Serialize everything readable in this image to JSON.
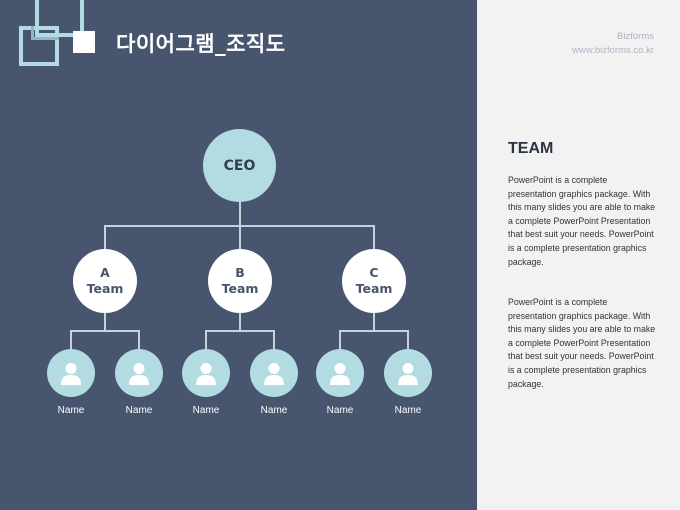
{
  "header": {
    "title": "다이어그램_조직도",
    "brand_name": "Bizforms",
    "brand_url": "www.bizforms.co.kr"
  },
  "chart": {
    "root": "CEO",
    "teams": [
      {
        "line1": "A",
        "line2": "Team",
        "members": [
          "Name",
          "Name"
        ]
      },
      {
        "line1": "B",
        "line2": "Team",
        "members": [
          "Name",
          "Name"
        ]
      },
      {
        "line1": "C",
        "line2": "Team",
        "members": [
          "Name",
          "Name"
        ]
      }
    ],
    "member_icon": "person-icon"
  },
  "sidebar": {
    "heading": "TEAM",
    "paragraph1": "PowerPoint is a complete presentation graphics package. With this many slides you are able to make a complete PowerPoint Presentation that best suit your needs. PowerPoint is a complete presentation graphics package.",
    "paragraph2": "PowerPoint is a complete presentation graphics package. With this many slides you are able to make a complete PowerPoint Presentation that best suit your needs. PowerPoint is a complete presentation graphics package."
  },
  "colors": {
    "background_left": "#47556e",
    "background_right": "#f2f2f2",
    "node_accent": "#b3dbe2",
    "connector": "#c7d3dc"
  }
}
